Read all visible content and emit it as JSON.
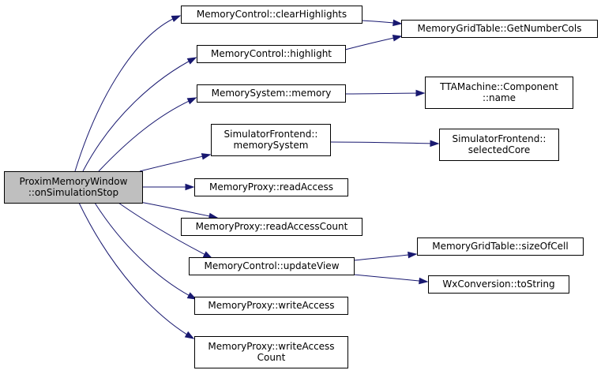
{
  "colors": {
    "edge": "#191970",
    "root_fill": "#bfbfbf",
    "node_fill": "#ffffff",
    "node_stroke": "#000000"
  },
  "nodes": [
    {
      "id": "root",
      "lines": [
        "ProximMemoryWindow",
        "::onSimulationStop"
      ],
      "root": true
    },
    {
      "id": "clearHighlights",
      "lines": [
        "MemoryControl::clearHighlights"
      ]
    },
    {
      "id": "highlight",
      "lines": [
        "MemoryControl::highlight"
      ]
    },
    {
      "id": "memory",
      "lines": [
        "MemorySystem::memory"
      ]
    },
    {
      "id": "memorySystem",
      "lines": [
        "SimulatorFrontend::",
        "memorySystem"
      ]
    },
    {
      "id": "readAccess",
      "lines": [
        "MemoryProxy::readAccess"
      ]
    },
    {
      "id": "readAccessCount",
      "lines": [
        "MemoryProxy::readAccessCount"
      ]
    },
    {
      "id": "updateView",
      "lines": [
        "MemoryControl::updateView"
      ]
    },
    {
      "id": "writeAccess",
      "lines": [
        "MemoryProxy::writeAccess"
      ]
    },
    {
      "id": "writeAccessCount",
      "lines": [
        "MemoryProxy::writeAccess",
        "Count"
      ]
    },
    {
      "id": "getNumberCols",
      "lines": [
        "MemoryGridTable::GetNumberCols"
      ]
    },
    {
      "id": "componentName",
      "lines": [
        "TTAMachine::Component",
        "::name"
      ]
    },
    {
      "id": "selectedCore",
      "lines": [
        "SimulatorFrontend::",
        "selectedCore"
      ]
    },
    {
      "id": "sizeOfCell",
      "lines": [
        "MemoryGridTable::sizeOfCell"
      ]
    },
    {
      "id": "toString",
      "lines": [
        "WxConversion::toString"
      ]
    }
  ],
  "edges": [
    {
      "from": "root",
      "to": "clearHighlights"
    },
    {
      "from": "root",
      "to": "highlight"
    },
    {
      "from": "root",
      "to": "memory"
    },
    {
      "from": "root",
      "to": "memorySystem"
    },
    {
      "from": "root",
      "to": "readAccess"
    },
    {
      "from": "root",
      "to": "readAccessCount"
    },
    {
      "from": "root",
      "to": "updateView"
    },
    {
      "from": "root",
      "to": "writeAccess"
    },
    {
      "from": "root",
      "to": "writeAccessCount"
    },
    {
      "from": "clearHighlights",
      "to": "getNumberCols"
    },
    {
      "from": "highlight",
      "to": "getNumberCols"
    },
    {
      "from": "memory",
      "to": "componentName"
    },
    {
      "from": "memorySystem",
      "to": "selectedCore"
    },
    {
      "from": "updateView",
      "to": "sizeOfCell"
    },
    {
      "from": "updateView",
      "to": "toString"
    }
  ]
}
